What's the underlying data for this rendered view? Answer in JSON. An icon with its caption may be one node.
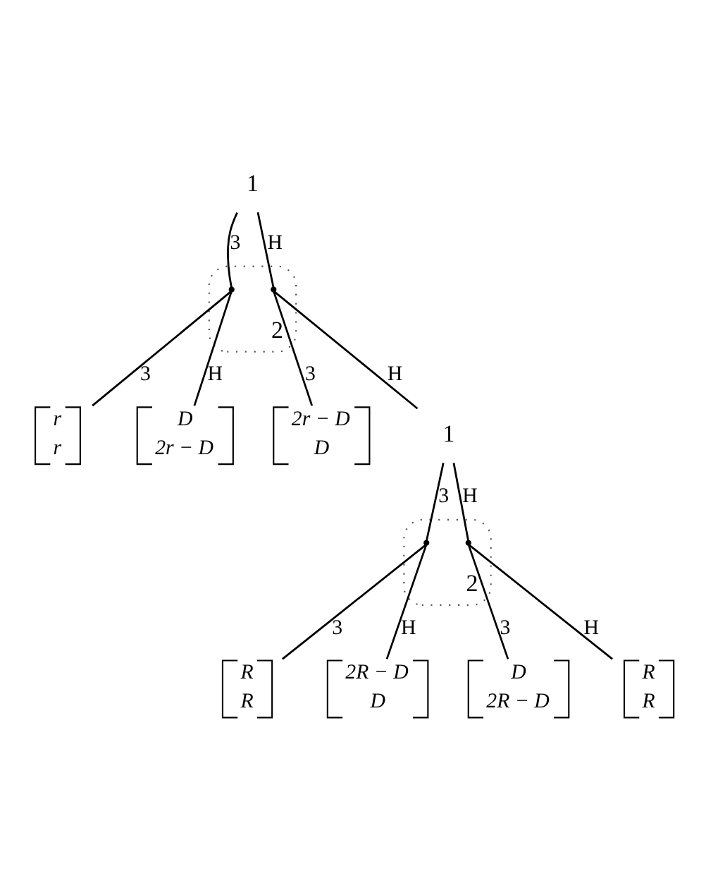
{
  "diagram": {
    "nodes": [
      {
        "text": [
          "1"
        ]
      },
      {
        "text": [
          "2"
        ]
      },
      {
        "text": [],
        "shape": "point",
        "in": 1
      },
      {
        "text": [],
        "shape": "point",
        "in": 1
      },
      {
        "text": [
          "1"
        ]
      },
      {
        "text": [
          "r",
          "r"
        ]
      },
      {
        "text": [
          "D",
          "2r − D"
        ]
      },
      {
        "text": [
          "2r − D",
          "D"
        ]
      },
      {
        "text": [
          "2"
        ]
      },
      {
        "text": [],
        "shape": "point",
        "in": 8
      },
      {
        "text": [],
        "shape": "point",
        "in": 8
      },
      {
        "text": [
          "R",
          "R"
        ]
      },
      {
        "text": [
          "2R − D",
          "D"
        ]
      },
      {
        "text": [
          "D",
          "2R − D"
        ]
      },
      {
        "text": [
          "R",
          "R"
        ]
      }
    ],
    "edges": [
      {
        "from": 0,
        "to": 2,
        "arrow": "none",
        "label": "3"
      },
      {
        "from": 0,
        "to": 3,
        "arrow": "none",
        "label": "H"
      },
      {
        "from": 2,
        "to": 5,
        "arrow": "none",
        "label": "3"
      },
      {
        "from": 2,
        "to": 6,
        "arrow": "none",
        "label": "H"
      },
      {
        "from": 3,
        "to": 7,
        "arrow": "none",
        "label": "3"
      },
      {
        "from": 3,
        "to": 4,
        "arrow": "none",
        "label": "H"
      },
      {
        "from": 4,
        "to": 9,
        "arrow": "none",
        "label": "3"
      },
      {
        "from": 4,
        "to": 10,
        "arrow": "none",
        "label": "H"
      },
      {
        "from": 9,
        "to": 11,
        "arrow": "none",
        "label": "3"
      },
      {
        "from": 9,
        "to": 12,
        "arrow": "none",
        "label": "H"
      },
      {
        "from": 10,
        "to": 13,
        "arrow": "none",
        "label": "3"
      },
      {
        "from": 10,
        "to": 14,
        "arrow": "none",
        "label": "H"
      }
    ]
  }
}
